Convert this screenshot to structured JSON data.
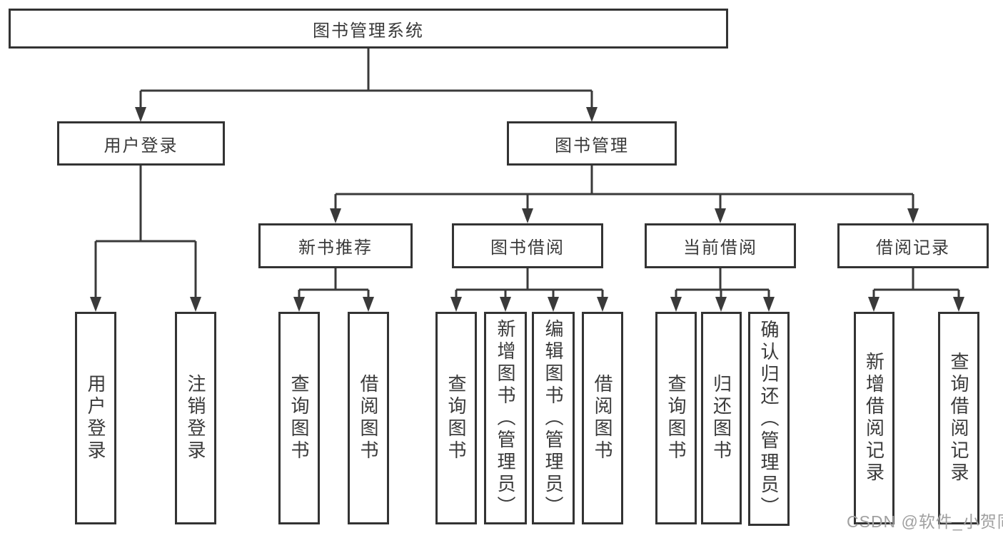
{
  "colors": {
    "line": "#3a3a3a",
    "box_border": "#333333",
    "text": "#3a3a3a",
    "watermark": "#a0a0a0",
    "background": "#ffffff"
  },
  "watermark": {
    "text": "CSDN @软件_小贺同学"
  },
  "tree": {
    "root": {
      "label": "图书管理系统"
    },
    "children": [
      {
        "label": "用户登录",
        "children": [
          {
            "label": "用户登录"
          },
          {
            "label": "注销登录"
          }
        ]
      },
      {
        "label": "图书管理",
        "children": [
          {
            "label": "新书推荐",
            "children": [
              {
                "label": "查询图书"
              },
              {
                "label": "借阅图书"
              }
            ]
          },
          {
            "label": "图书借阅",
            "children": [
              {
                "label": "查询图书"
              },
              {
                "label": "新增图书（管理员）"
              },
              {
                "label": "编辑图书（管理员）"
              },
              {
                "label": "借阅图书"
              }
            ]
          },
          {
            "label": "当前借阅",
            "children": [
              {
                "label": "查询图书"
              },
              {
                "label": "归还图书"
              },
              {
                "label": "确认归还（管理员）"
              }
            ]
          },
          {
            "label": "借阅记录",
            "children": [
              {
                "label": "新增借阅记录"
              },
              {
                "label": "查询借阅记录"
              }
            ]
          }
        ]
      }
    ]
  }
}
